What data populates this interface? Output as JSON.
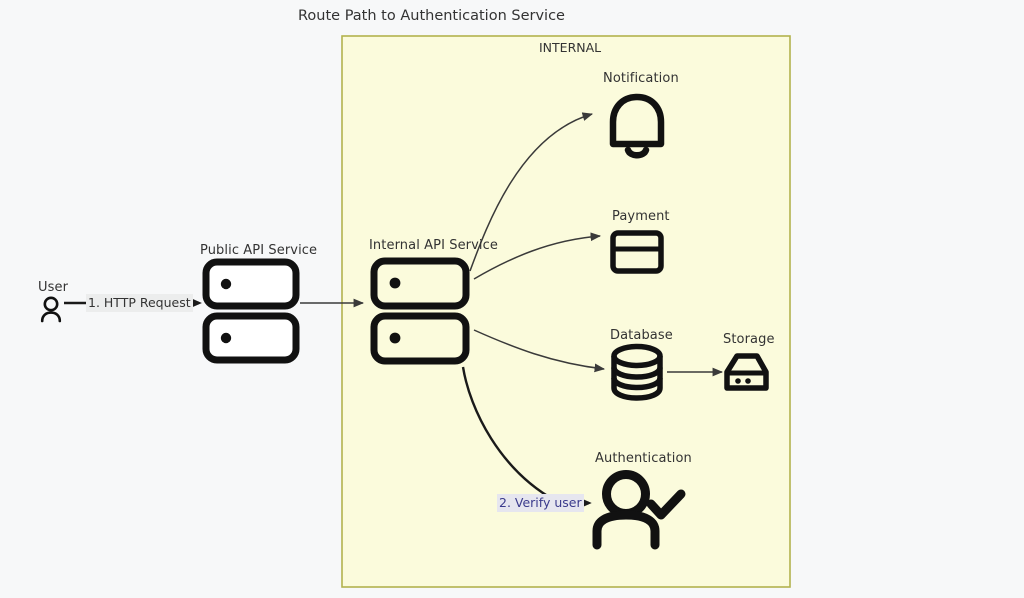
{
  "page": {
    "title": "Route Path to Authentication Service",
    "background_color": "#f7f8f9",
    "text_color": "#333333"
  },
  "boundary": {
    "label": "INTERNAL",
    "fill_color": "#fbfbdc",
    "border_color": "#b3b34d"
  },
  "nodes": [
    {
      "id": "user",
      "label": "User",
      "icon": "person-icon"
    },
    {
      "id": "public-api",
      "label": "Public API Service",
      "icon": "server-icon"
    },
    {
      "id": "internal-api",
      "label": "Internal API Service",
      "icon": "server-icon"
    },
    {
      "id": "notification",
      "label": "Notification",
      "icon": "bell-icon"
    },
    {
      "id": "payment",
      "label": "Payment",
      "icon": "credit-card-icon"
    },
    {
      "id": "database",
      "label": "Database",
      "icon": "database-icon"
    },
    {
      "id": "storage",
      "label": "Storage",
      "icon": "hard-drive-icon"
    },
    {
      "id": "authentication",
      "label": "Authentication",
      "icon": "person-check-icon"
    }
  ],
  "edges": [
    {
      "id": "user-to-public-api",
      "from": "user",
      "to": "public-api",
      "label": "1. HTTP Request",
      "label_color": "#333333",
      "label_background": "#eceded",
      "highlighted": true
    },
    {
      "id": "public-api-to-internal-api",
      "from": "public-api",
      "to": "internal-api",
      "label": ""
    },
    {
      "id": "internal-api-to-notification",
      "from": "internal-api",
      "to": "notification",
      "label": ""
    },
    {
      "id": "internal-api-to-payment",
      "from": "internal-api",
      "to": "payment",
      "label": ""
    },
    {
      "id": "internal-api-to-database",
      "from": "internal-api",
      "to": "database",
      "label": ""
    },
    {
      "id": "database-to-storage",
      "from": "database",
      "to": "storage",
      "label": ""
    },
    {
      "id": "internal-api-to-authentication",
      "from": "internal-api",
      "to": "authentication",
      "label": "2. Verify user",
      "label_color": "#3b3b8c",
      "label_background": "#e6e6ef",
      "highlighted": true
    }
  ]
}
